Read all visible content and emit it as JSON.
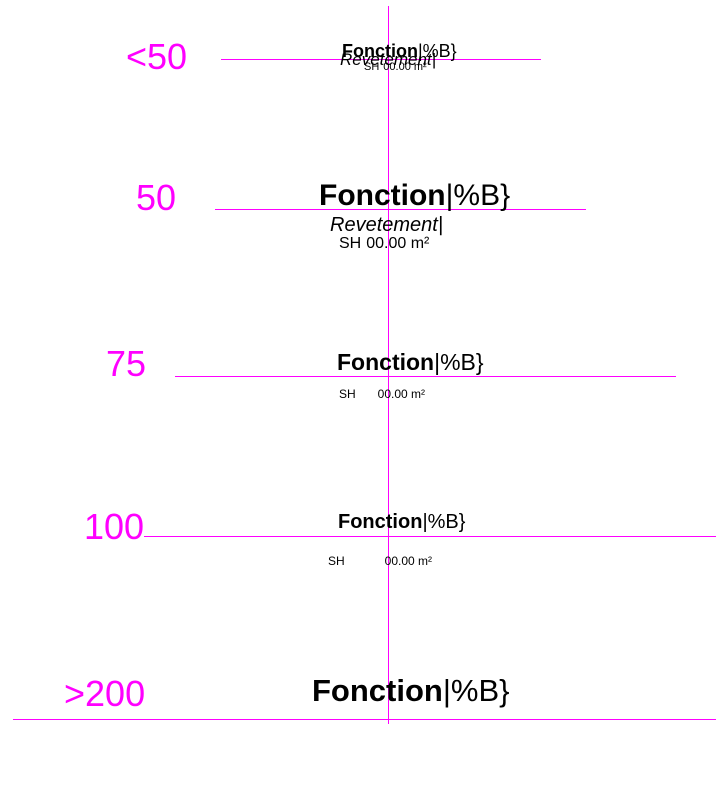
{
  "colors": {
    "guide": "#ff00ff",
    "text": "#000000"
  },
  "rows": [
    {
      "scale": "<50",
      "function": "Fonction",
      "code": "|%B}",
      "covering": "Revetement|",
      "area_label": "SH",
      "area_value": "00.00 m²"
    },
    {
      "scale": "50",
      "function": "Fonction",
      "code": "|%B}",
      "covering": "Revetement|",
      "area_label": "SH",
      "area_value": "00.00 m²"
    },
    {
      "scale": "75",
      "function": "Fonction",
      "code": "|%B}",
      "area_label": "SH",
      "area_value": "00.00 m²"
    },
    {
      "scale": "100",
      "function": "Fonction",
      "code": "|%B}",
      "area_label": "SH",
      "area_value": "00.00 m²"
    },
    {
      "scale": ">200",
      "function": "Fonction",
      "code": "|%B}"
    }
  ]
}
